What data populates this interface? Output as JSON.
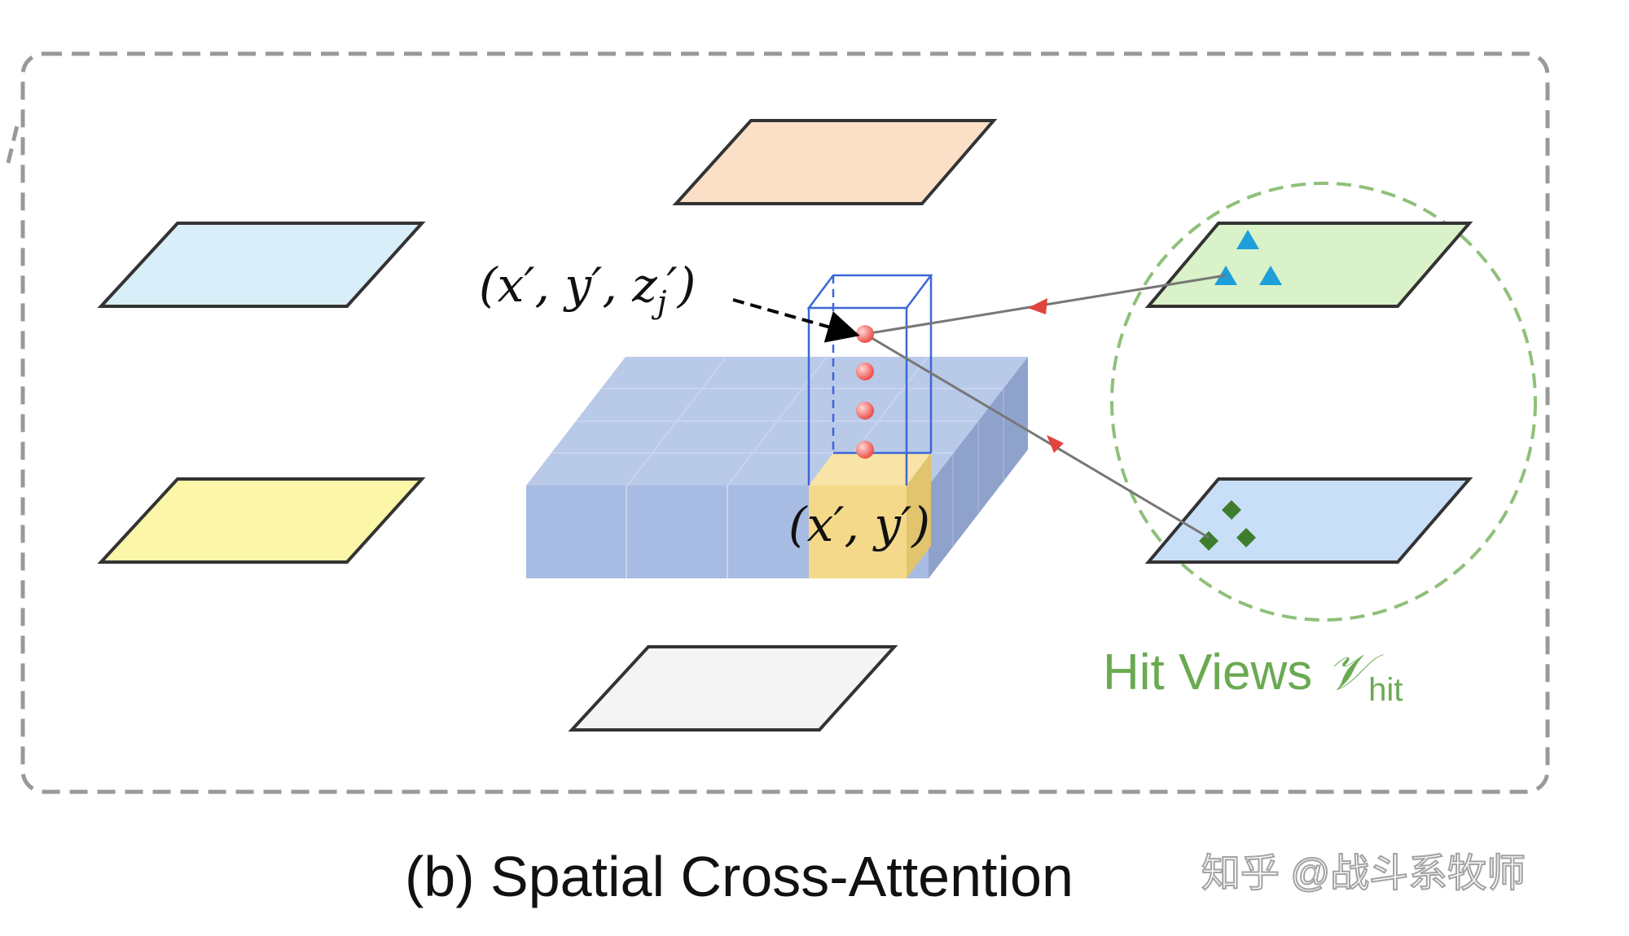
{
  "labels": {
    "query_point": "(x′, y′, z",
    "query_sub": "j",
    "query_close": "′)",
    "bev_cell": "(x′, y′)",
    "hit_views_text": "Hit Views ",
    "hit_views_symbol": "𝒱",
    "hit_views_sub": "hit",
    "caption": "(b) Spatial Cross-Attention",
    "watermark": "知乎 @战斗系牧师"
  },
  "colors": {
    "view_left_top": "#d8eef9",
    "view_left_bottom": "#fbf6a8",
    "view_top": "#fbdfc7",
    "view_bottom": "#f4f4f4",
    "view_hit_top": "#d9f2c9",
    "view_hit_bottom": "#c9dff7",
    "bev_top": "#b9c9e8",
    "bev_front": "#a8bbe2",
    "bev_side": "#8fa2cc",
    "cell_highlight": "#f5d98a",
    "pillar": "#3d67d6",
    "point": "#f05a55",
    "arrow": "#777777",
    "arrow_head": "#e0443c",
    "hit_green": "#6aaa52",
    "triangle": "#1e9fd9",
    "diamond": "#3f7d2e",
    "frame": "#999999"
  },
  "icons": [
    "triangle-marker",
    "diamond-marker",
    "sphere-point"
  ]
}
